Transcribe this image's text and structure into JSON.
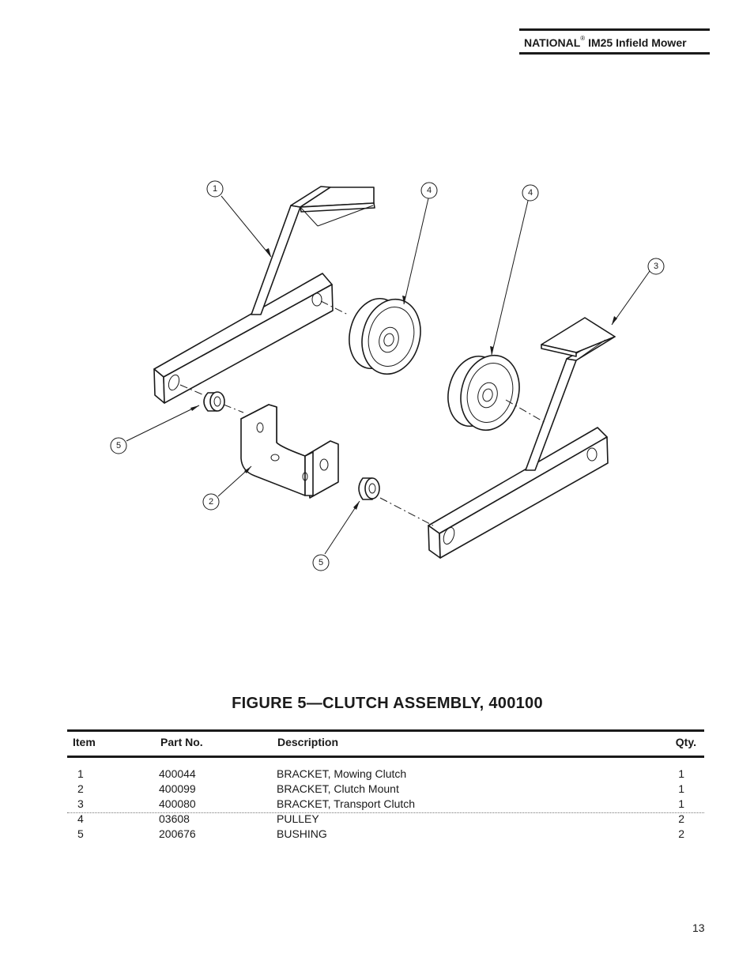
{
  "header": {
    "brand": "NATIONAL",
    "registered_mark": "®",
    "model": "IM25 Infield Mower"
  },
  "callouts": [
    "1",
    "4",
    "4",
    "3",
    "5",
    "2",
    "5"
  ],
  "figure_title": "FIGURE  5—CLUTCH  ASSEMBLY,  400100",
  "table": {
    "headers": {
      "item": "Item",
      "part_no": "Part No.",
      "description": "Description",
      "qty": "Qty."
    },
    "rows": [
      {
        "item": "1",
        "part_no": "400044",
        "description": "BRACKET, Mowing Clutch",
        "qty": "1"
      },
      {
        "item": "2",
        "part_no": "400099",
        "description": "BRACKET, Clutch Mount",
        "qty": "1"
      },
      {
        "item": "3",
        "part_no": "400080",
        "description": "BRACKET, Transport Clutch",
        "qty": "1"
      },
      {
        "item": "4",
        "part_no": "03608",
        "description": "PULLEY",
        "qty": "2"
      },
      {
        "item": "5",
        "part_no": "200676",
        "description": "BUSHING",
        "qty": "2"
      }
    ]
  },
  "page_number": "13"
}
